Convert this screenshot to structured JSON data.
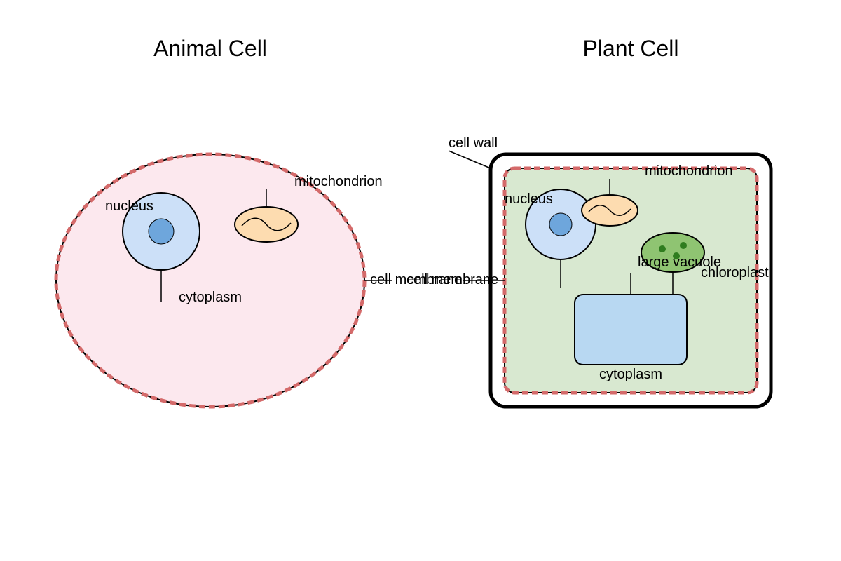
{
  "animal_cell": {
    "title": "Animal Cell",
    "labels": {
      "nucleus": "nucleus",
      "mitochondrion": "mitochondrion",
      "cytoplasm": "cytoplasm",
      "cell_membrane": "cell membrane"
    }
  },
  "plant_cell": {
    "title": "Plant Cell",
    "labels": {
      "cell_wall": "cell wall",
      "nucleus": "nucleus",
      "mitochondrion": "mitochondrion",
      "large_vacuole": "large vacuole",
      "chloroplast": "chloroplast",
      "cytoplasm": "cytoplasm",
      "cell_membrane": "cell membrane"
    }
  },
  "colors": {
    "animal_cytoplasm": "#fce8ee",
    "plant_cytoplasm": "#d8e8d0",
    "membrane_dash": "#d46a6a",
    "nucleus_fill": "#cce0f8",
    "nucleolus_fill": "#6ea6dc",
    "mitochondrion_fill": "#fddcb0",
    "chloroplast_fill": "#8fc472",
    "chloroplast_dots": "#2f7d1f",
    "vacuole_fill": "#b8d8f2"
  }
}
